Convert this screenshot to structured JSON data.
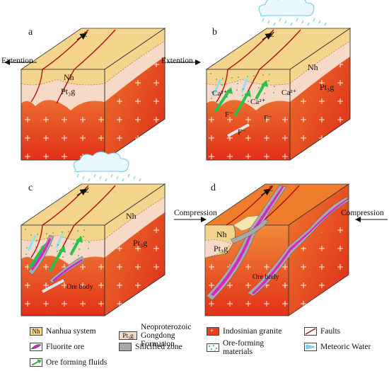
{
  "panels": {
    "a": {
      "letter": "a",
      "unit_top": "Nh",
      "unit_mid": "Pt₃g",
      "left_arrow": "Extention",
      "right_arrow": "Extention",
      "north": "Z"
    },
    "b": {
      "letter": "b",
      "unit_top": "Nh",
      "unit_mid": "Pt₃g",
      "north": "Z",
      "ions": [
        "Ca²⁺",
        "Ca²⁺",
        "Ca²⁺",
        "F⁻",
        "F⁻",
        "F⁻"
      ]
    },
    "c": {
      "letter": "c",
      "unit_top": "Nh",
      "unit_mid": "Pt₃g",
      "north": "Z",
      "ore_label": "Ore body"
    },
    "d": {
      "letter": "d",
      "unit_top": "Nh",
      "unit_mid": "Pt₃g",
      "left_arrow": "Compression",
      "right_arrow": "Compression",
      "north": "Z",
      "ore_label": "Ore body"
    }
  },
  "legend": [
    {
      "key": "nanhua",
      "swatch": "Nh",
      "label": "Nanhua system",
      "color": "#f5d58c"
    },
    {
      "key": "gongdong",
      "swatch": "Pt₃g",
      "label": "Neoproterozoic Gongdong Formation",
      "color": "#f7d9c8"
    },
    {
      "key": "granite",
      "swatch": "",
      "label": "Indosinian granite",
      "color": "#e8401c"
    },
    {
      "key": "faults",
      "swatch": "",
      "label": "Faults",
      "color": "#b01010"
    },
    {
      "key": "fluorite",
      "swatch": "",
      "label": "Fluorite ore",
      "color": "#d526c8"
    },
    {
      "key": "silicified",
      "swatch": "",
      "label": "Silicified zone",
      "color": "#a9a9a9"
    },
    {
      "key": "ore_materials",
      "swatch": "",
      "label": "Ore-forming materials",
      "color": "#22b14c"
    },
    {
      "key": "meteoric",
      "swatch": "",
      "label": "Meteoric Water",
      "color": "#7fd8f0"
    },
    {
      "key": "fluids",
      "swatch": "",
      "label": "Ore forming fluids",
      "color": "#27c24a"
    }
  ]
}
